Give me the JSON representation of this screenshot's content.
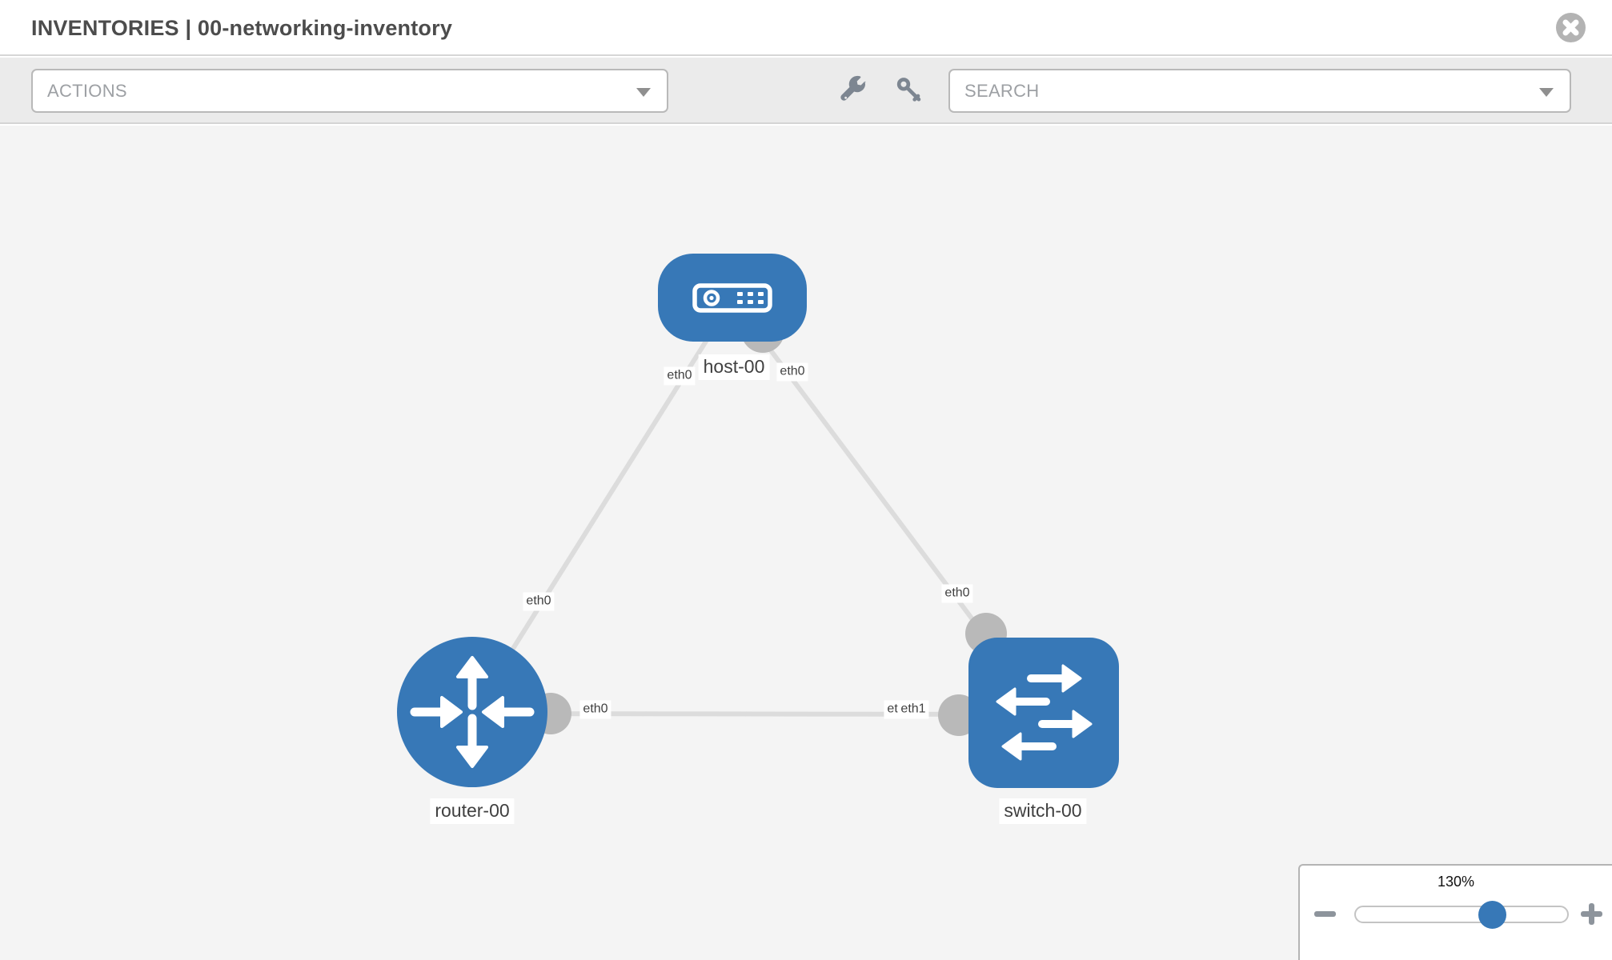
{
  "header": {
    "title": "INVENTORIES | 00-networking-inventory",
    "close_icon": "circle-x-icon"
  },
  "toolbar": {
    "actions_placeholder": "ACTIONS",
    "search_placeholder": "SEARCH",
    "icons": [
      "wrench-icon",
      "key-icon"
    ]
  },
  "colors": {
    "node_blue": "#3778b7",
    "link_gray": "#dcdcdc",
    "connector_gray": "#b9b9b9",
    "toolbar_bg": "#ebebeb",
    "canvas_bg": "#f4f4f4"
  },
  "topology": {
    "nodes": [
      {
        "id": "host-00",
        "type": "host",
        "label": "host-00"
      },
      {
        "id": "router-00",
        "type": "router",
        "label": "router-00"
      },
      {
        "id": "switch-00",
        "type": "switch",
        "label": "switch-00"
      }
    ],
    "links": [
      {
        "from": "host-00",
        "to": "router-00"
      },
      {
        "from": "host-00",
        "to": "switch-00"
      },
      {
        "from": "router-00",
        "to": "switch-00"
      }
    ],
    "interface_labels": [
      {
        "text": "eth0",
        "at": "host end of host-router link"
      },
      {
        "text": "eth0",
        "at": "host end of host-switch link"
      },
      {
        "text": "eth0",
        "at": "router end of host-router link"
      },
      {
        "text": "eth0",
        "at": "switch end of host-switch link"
      },
      {
        "text": "eth0",
        "at": "router end of router-switch link"
      },
      {
        "text": "eth0",
        "at": "switch end of router-switch link (partially covered)"
      },
      {
        "text": "eth1",
        "at": "switch end of router-switch link"
      }
    ]
  },
  "zoom_control": {
    "percent_label": "130%",
    "minus_icon": "minus-icon",
    "plus_icon": "plus-icon"
  }
}
